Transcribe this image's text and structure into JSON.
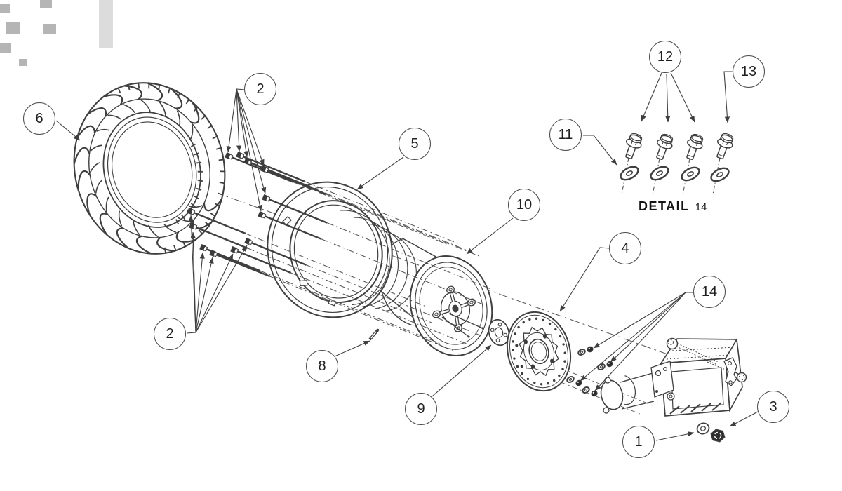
{
  "page": {
    "background": "#ffffff",
    "line_color": "#3f3f3f",
    "text_color": "#1f1f1f"
  },
  "detail": {
    "label": "DETAIL",
    "number": "14"
  },
  "callouts": [
    {
      "label": "6"
    },
    {
      "label": "2"
    },
    {
      "label": "5"
    },
    {
      "label": "10"
    },
    {
      "label": "11"
    },
    {
      "label": "12"
    },
    {
      "label": "13"
    },
    {
      "label": "4"
    },
    {
      "label": "14"
    },
    {
      "label": "2"
    },
    {
      "label": "8"
    },
    {
      "label": "9"
    },
    {
      "label": "1"
    },
    {
      "label": "3"
    }
  ]
}
